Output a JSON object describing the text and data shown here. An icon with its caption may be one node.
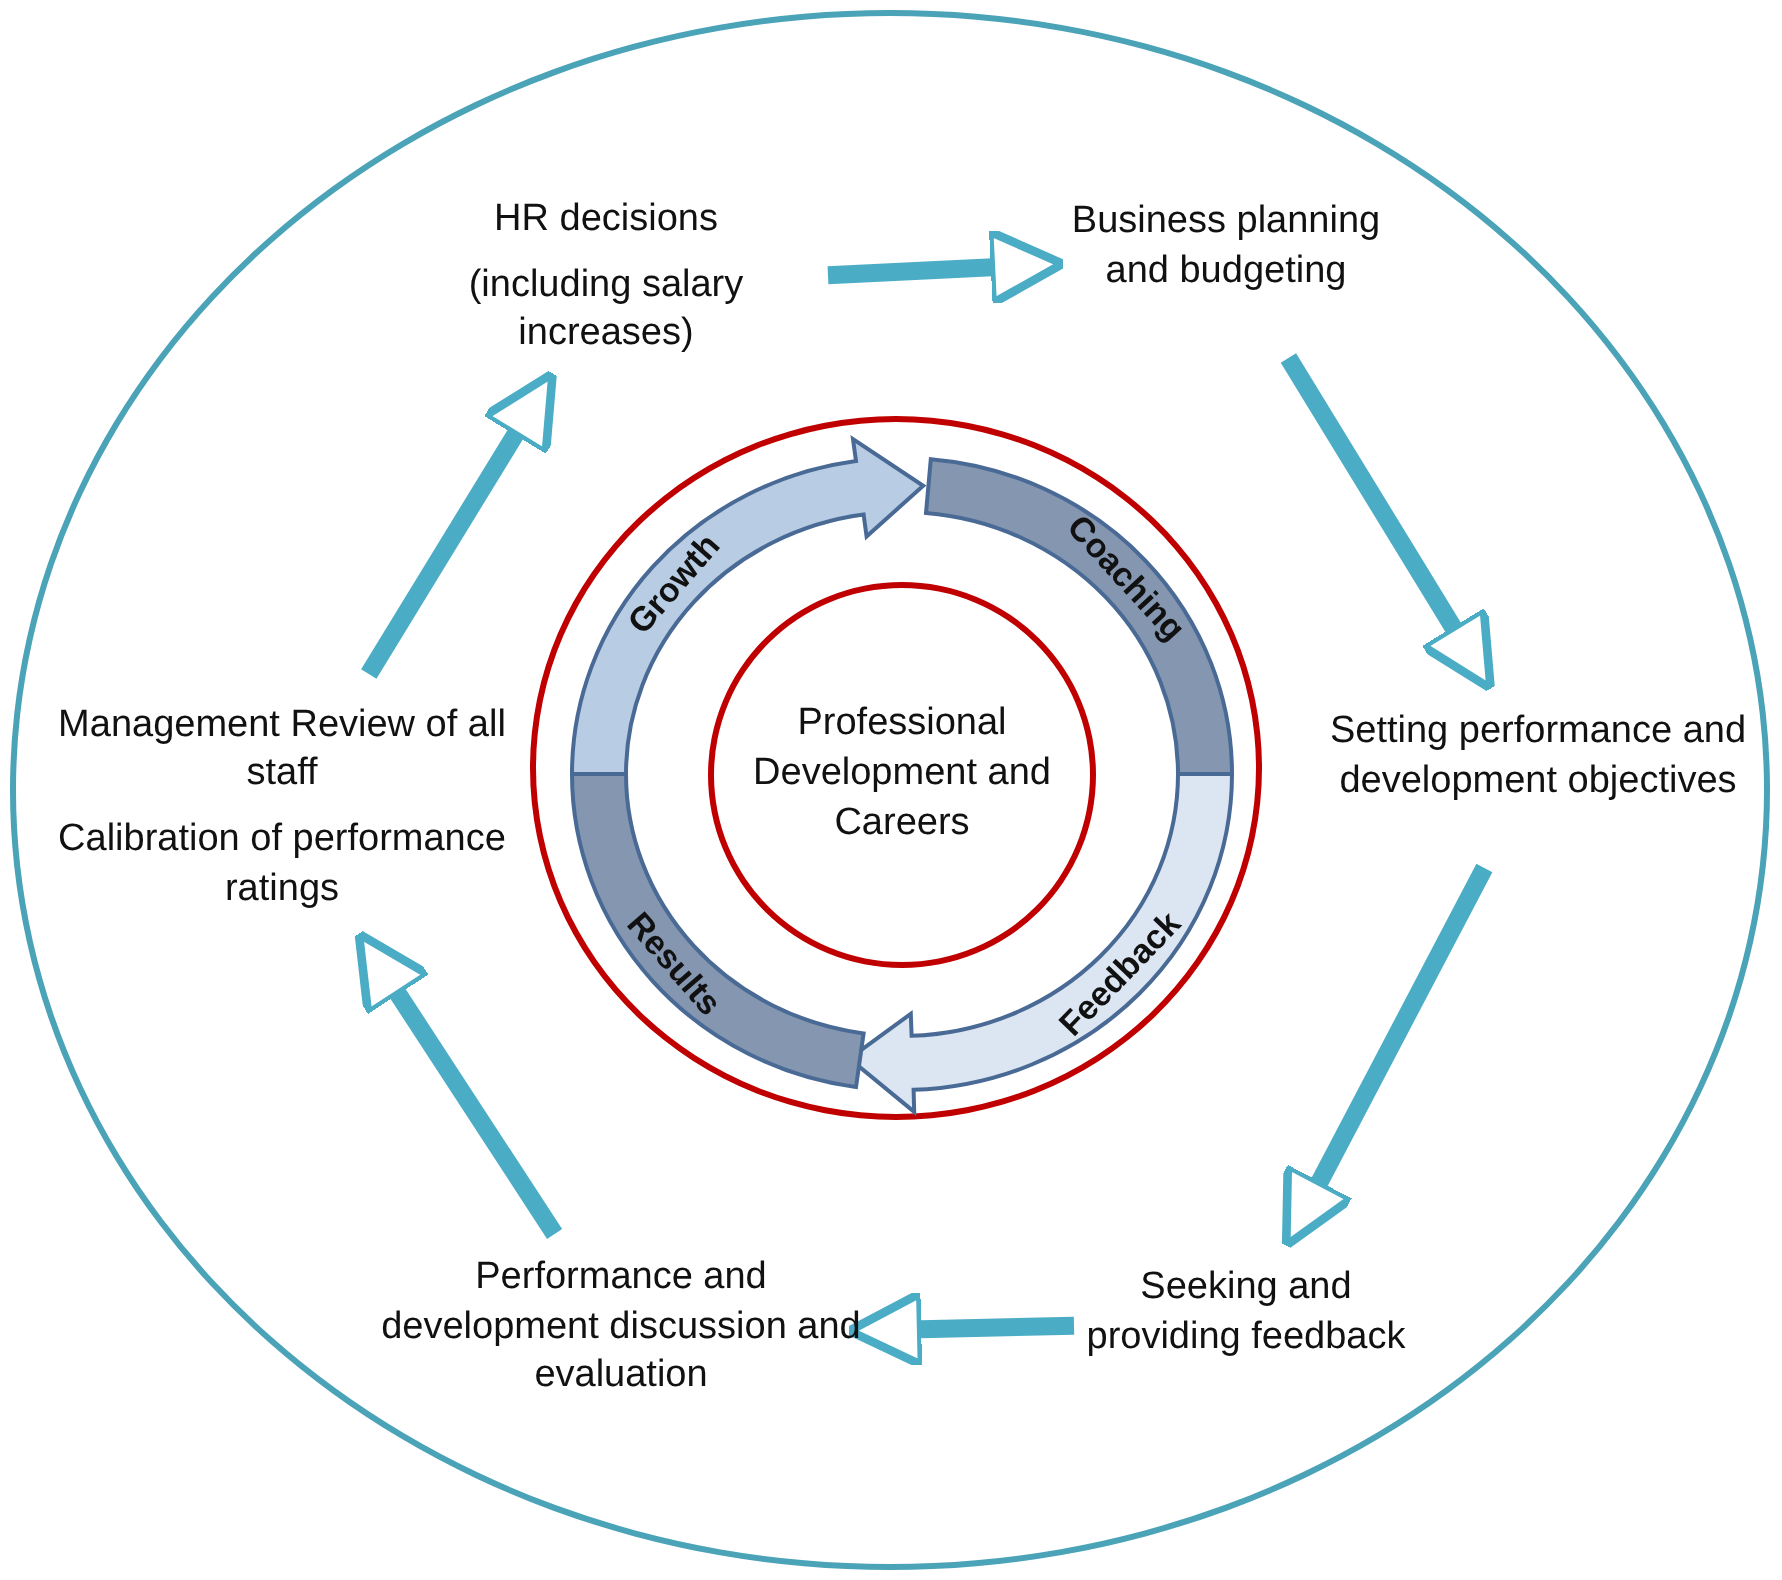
{
  "diagram": {
    "nodes": [
      {
        "text": [],
        "shape": "circle"
      },
      {
        "text": [
          "HR decisions",
          "(including salary increases)"
        ],
        "in": 0
      },
      {
        "text": [
          "Business planning and budgeting"
        ],
        "in": 0
      },
      {
        "text": [
          "Setting performance and development objectives"
        ],
        "in": 0
      },
      {
        "text": [
          "Seeking and providing feedback"
        ],
        "in": 0
      },
      {
        "text": [
          "Performance and development discussion and evaluation"
        ],
        "in": 0
      },
      {
        "text": [
          "Management Review of all staff",
          "Calibration of performance ratings"
        ],
        "in": 0
      },
      {
        "text": [],
        "shape": "circle",
        "in": 0
      },
      {
        "text": [
          "Growth"
        ],
        "in": 7
      },
      {
        "text": [
          "Coaching"
        ],
        "in": 7
      },
      {
        "text": [
          "Feedback"
        ],
        "in": 7
      },
      {
        "text": [
          "Results"
        ],
        "in": 7
      },
      {
        "text": [
          "Professional Development and Careers"
        ],
        "in": 7
      }
    ],
    "edges": [
      {
        "from": 1,
        "to": 2,
        "arrow": "to"
      },
      {
        "from": 2,
        "to": 3,
        "arrow": "to"
      },
      {
        "from": 3,
        "to": 4,
        "arrow": "to"
      },
      {
        "from": 4,
        "to": 5,
        "arrow": "to"
      },
      {
        "from": 5,
        "to": 6,
        "arrow": "to"
      },
      {
        "from": 6,
        "to": 1,
        "arrow": "to"
      }
    ]
  }
}
